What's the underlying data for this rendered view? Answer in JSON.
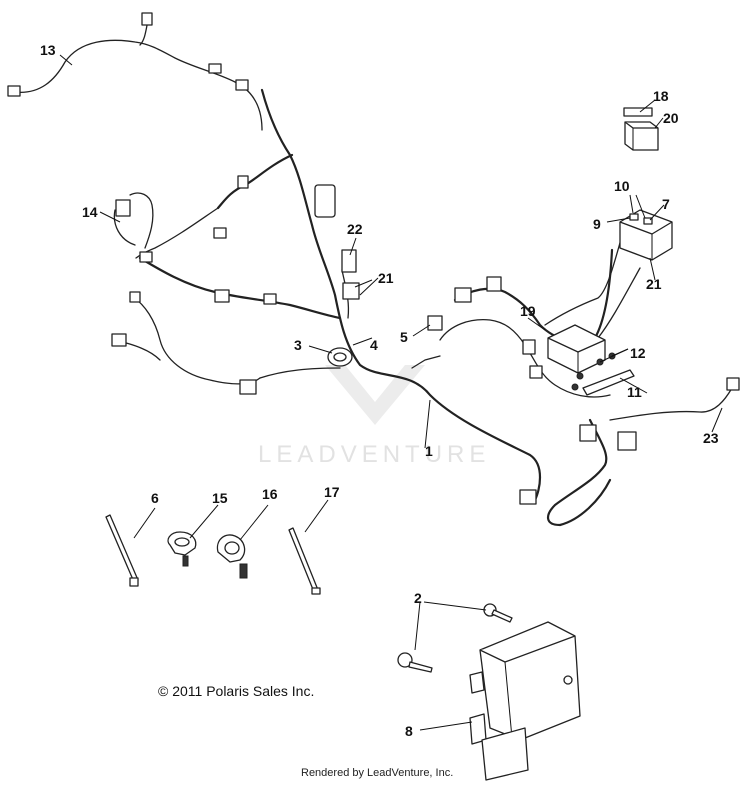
{
  "callouts": {
    "c1": "1",
    "c2": "2",
    "c3": "3",
    "c4": "4",
    "c5": "5",
    "c6": "6",
    "c7": "7",
    "c8": "8",
    "c9": "9",
    "c10": "10",
    "c11": "11",
    "c12": "12",
    "c13": "13",
    "c14": "14",
    "c15": "15",
    "c16": "16",
    "c17": "17",
    "c18": "18",
    "c19": "19",
    "c20": "20",
    "c21a": "21",
    "c21b": "21",
    "c22": "22",
    "c23": "23"
  },
  "watermark": "LEADVENTURE",
  "copyright": "© 2011 Polaris Sales Inc.",
  "footer": "Rendered by LeadVenture, Inc."
}
